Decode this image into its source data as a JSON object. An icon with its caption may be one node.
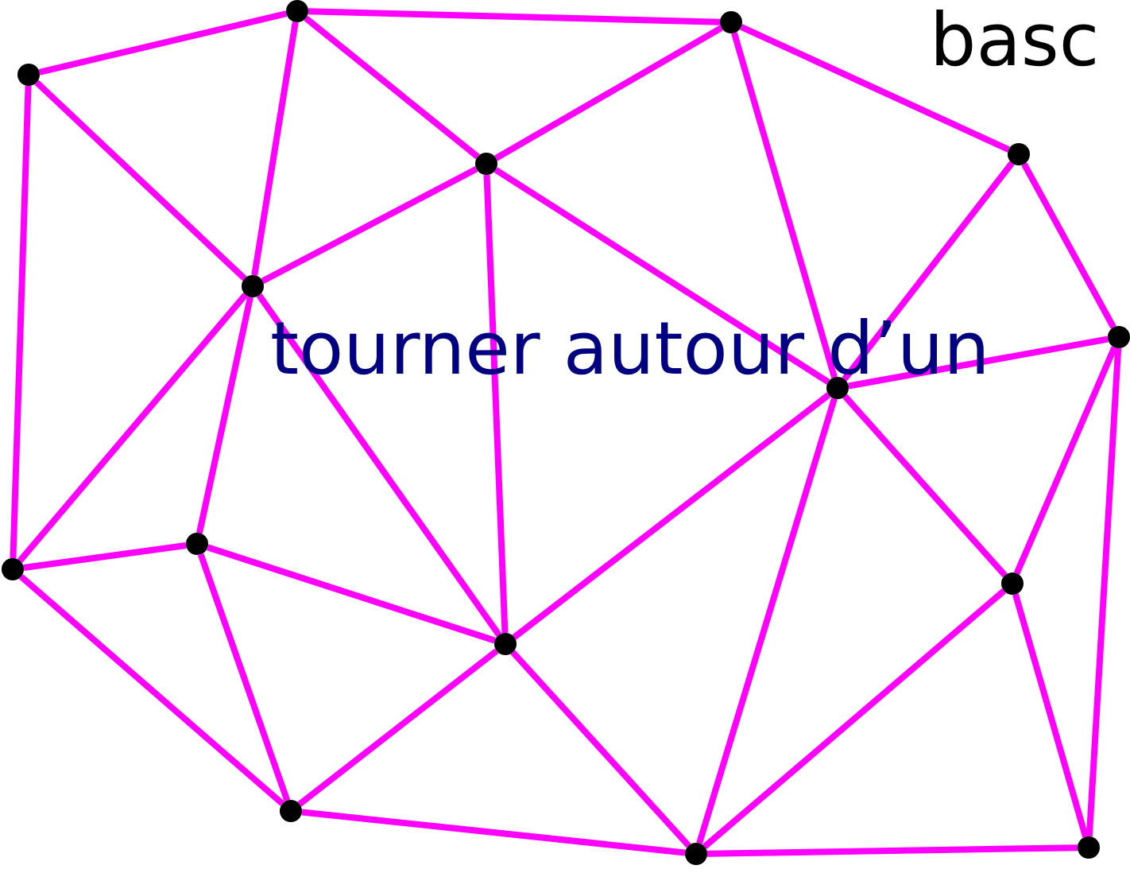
{
  "diagram": {
    "nodes": [
      {
        "text": [],
        "shape": "circle"
      },
      {
        "text": [],
        "shape": "circle"
      },
      {
        "text": [],
        "shape": "circle"
      },
      {
        "text": [],
        "shape": "circle"
      },
      {
        "text": [],
        "shape": "circle"
      },
      {
        "text": [],
        "shape": "circle"
      },
      {
        "text": [],
        "shape": "circle"
      },
      {
        "text": [],
        "shape": "circle"
      },
      {
        "text": [],
        "shape": "circle"
      },
      {
        "text": [],
        "shape": "circle"
      },
      {
        "text": [],
        "shape": "circle"
      },
      {
        "text": [],
        "shape": "circle"
      },
      {
        "text": [],
        "shape": "circle"
      },
      {
        "text": [],
        "shape": "circle"
      },
      {
        "text": [],
        "shape": "circle"
      }
    ],
    "edges": [
      {
        "from": 2,
        "to": 0,
        "arrow": "none"
      },
      {
        "from": 0,
        "to": 1,
        "arrow": "none"
      },
      {
        "from": 2,
        "to": 9,
        "arrow": "none"
      },
      {
        "from": 2,
        "to": 5,
        "arrow": "none"
      },
      {
        "from": 0,
        "to": 5,
        "arrow": "none"
      },
      {
        "from": 0,
        "to": 4,
        "arrow": "none"
      },
      {
        "from": 4,
        "to": 1,
        "arrow": "none"
      },
      {
        "from": 1,
        "to": 3,
        "arrow": "none"
      },
      {
        "from": 5,
        "to": 4,
        "arrow": "none"
      },
      {
        "from": 4,
        "to": 11,
        "arrow": "none"
      },
      {
        "from": 4,
        "to": 7,
        "arrow": "none"
      },
      {
        "from": 1,
        "to": 7,
        "arrow": "none"
      },
      {
        "from": 7,
        "to": 3,
        "arrow": "none"
      },
      {
        "from": 3,
        "to": 6,
        "arrow": "none"
      },
      {
        "from": 7,
        "to": 6,
        "arrow": "none"
      },
      {
        "from": 5,
        "to": 9,
        "arrow": "none"
      },
      {
        "from": 5,
        "to": 8,
        "arrow": "none"
      },
      {
        "from": 5,
        "to": 11,
        "arrow": "none"
      },
      {
        "from": 9,
        "to": 8,
        "arrow": "none"
      },
      {
        "from": 8,
        "to": 11,
        "arrow": "none"
      },
      {
        "from": 9,
        "to": 12,
        "arrow": "none"
      },
      {
        "from": 8,
        "to": 12,
        "arrow": "none"
      },
      {
        "from": 12,
        "to": 11,
        "arrow": "none"
      },
      {
        "from": 12,
        "to": 14,
        "arrow": "none"
      },
      {
        "from": 11,
        "to": 7,
        "arrow": "none"
      },
      {
        "from": 11,
        "to": 14,
        "arrow": "none"
      },
      {
        "from": 7,
        "to": 14,
        "arrow": "none"
      },
      {
        "from": 7,
        "to": 10,
        "arrow": "none"
      },
      {
        "from": 14,
        "to": 10,
        "arrow": "none"
      },
      {
        "from": 10,
        "to": 6,
        "arrow": "none"
      },
      {
        "from": 6,
        "to": 13,
        "arrow": "none"
      },
      {
        "from": 10,
        "to": 13,
        "arrow": "none"
      },
      {
        "from": 14,
        "to": 13,
        "arrow": "none"
      }
    ],
    "labels": [
      "basc",
      "tourner autour d’un"
    ]
  }
}
